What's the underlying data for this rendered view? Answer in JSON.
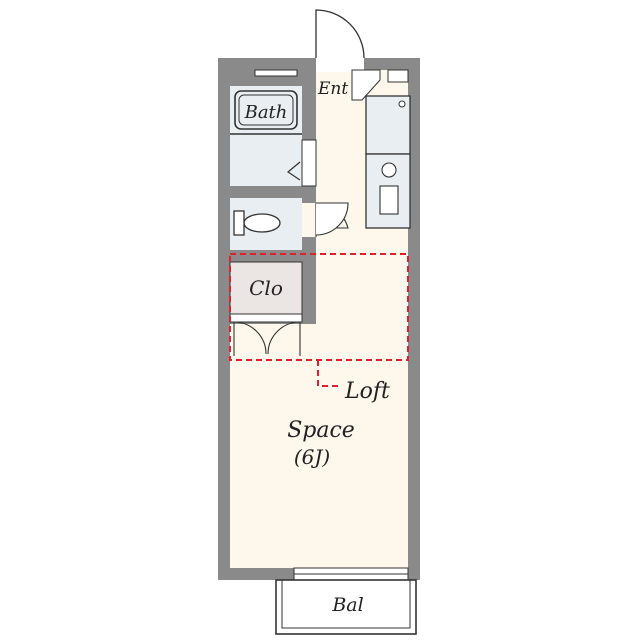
{
  "rooms": {
    "entrance": "Ent",
    "bath": "Bath",
    "closet": "Clo",
    "loft": "Loft",
    "space_name": "Space",
    "space_size": "(6J)",
    "balcony": "Bal"
  },
  "colors": {
    "wall": "#8a8a8a",
    "floor": "#fdf7ec",
    "wet_area": "#e8eef2",
    "closet": "#ebe6e4",
    "loft_outline": "#e0202c",
    "fixture_stroke": "#333333"
  }
}
